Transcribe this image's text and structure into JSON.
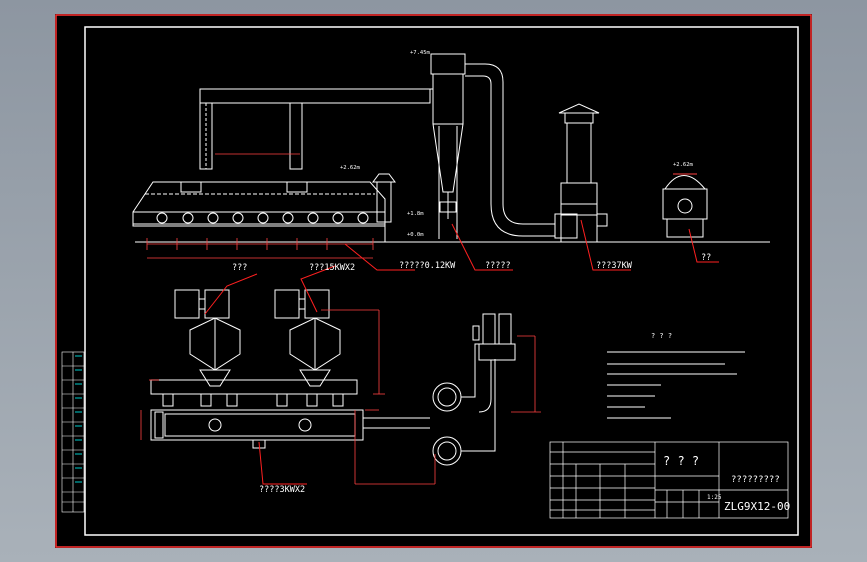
{
  "colors": {
    "background": "#000000",
    "frame": "#ff3030",
    "lines": "#ffffff",
    "leader": "#ff2020",
    "dimension": "#ff4040",
    "accent": "#00ffff"
  },
  "callouts": {
    "fan_main": "???",
    "fan_motor": "???15KWX2",
    "feeder": "?????0.12KW",
    "cyclone": "?????",
    "blower": "???37KW",
    "heater": "??",
    "bottom_fan": "????3KWX2"
  },
  "elevations": {
    "top": "+7.45m",
    "bed": "+2.62m",
    "mid": "+1.8m",
    "ground": "+0.0m",
    "heater": "+2.62m"
  },
  "notes": {
    "heading": "? ? ?"
  },
  "title_block": {
    "unit_label": "? ? ?",
    "drawing_name": "?????????",
    "drawing_number": "ZLG9X12-00",
    "scale": "1:25"
  }
}
